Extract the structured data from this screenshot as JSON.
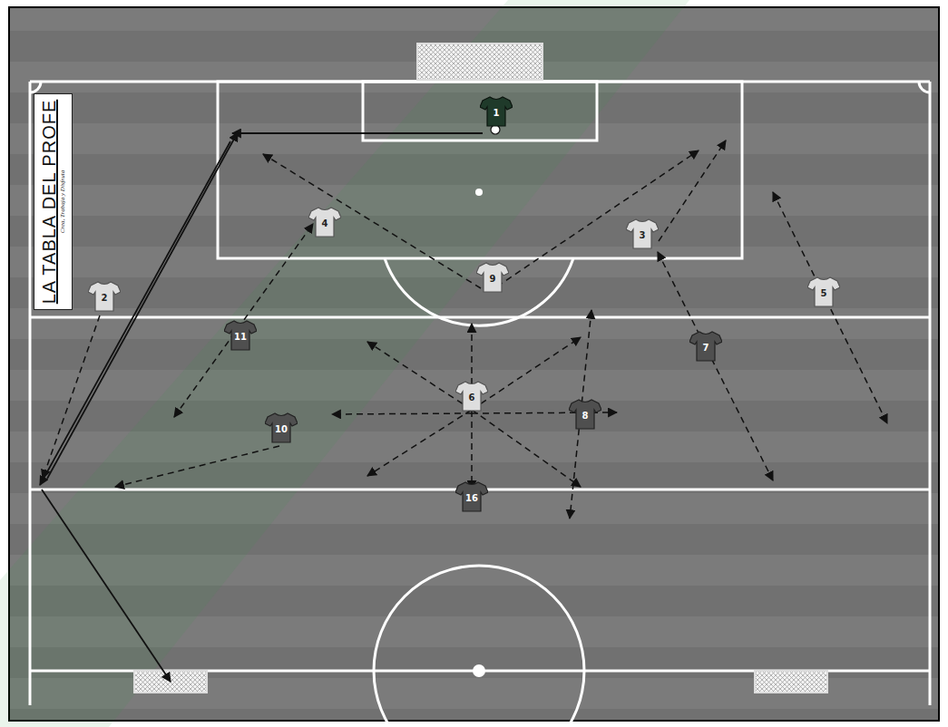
{
  "diagram": {
    "nodes": [
      {
        "text": [
          "1"
        ]
      },
      {
        "text": [
          "4"
        ]
      },
      {
        "text": [
          "3"
        ]
      },
      {
        "text": [
          "9"
        ]
      },
      {
        "text": [
          "2"
        ]
      },
      {
        "text": [
          "5"
        ]
      },
      {
        "text": [
          "11"
        ]
      },
      {
        "text": [
          "7"
        ]
      },
      {
        "text": [
          "6"
        ]
      },
      {
        "text": [
          "8"
        ]
      },
      {
        "text": [
          "10"
        ]
      },
      {
        "text": [
          "16"
        ]
      }
    ],
    "labels": [
      "LA TABLA DEL PROFE",
      "Crea, Trabaja y Disfruta"
    ]
  }
}
